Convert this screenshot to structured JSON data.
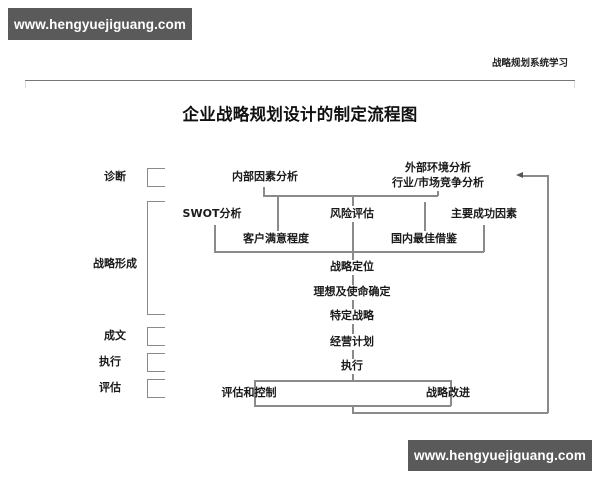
{
  "watermarks": {
    "top": "www.hengyuejiguang.com",
    "bottom": "www.hengyuejiguang.com"
  },
  "header": {
    "caption": "战略规划系统学习"
  },
  "diagram": {
    "title": "企业战略规划设计的制定流程图",
    "stages": [
      {
        "label": "诊断"
      },
      {
        "label": "战略形成"
      },
      {
        "label": "成文"
      },
      {
        "label": "执行"
      },
      {
        "label": "评估"
      }
    ],
    "diagnosis": {
      "internal": "内部因素分析",
      "external_line1": "外部环境分析",
      "external_line2": "行业/市场竞争分析"
    },
    "analysis_factors": {
      "swot": "SWOT分析",
      "customer": "客户满意程度",
      "risk": "风险评估",
      "benchmark": "国内最佳借鉴",
      "key_success": "主要成功因素"
    },
    "main_flow": [
      {
        "label": "战略定位"
      },
      {
        "label": "理想及使命确定"
      },
      {
        "label": "特定战略"
      },
      {
        "label": "经营计划"
      },
      {
        "label": "执行"
      }
    ],
    "evaluation": {
      "control": "评估和控制",
      "improve": "战略改进"
    },
    "colors": {
      "line": "#8a8a8a",
      "text": "#1a1a1a",
      "badge_bg": "#5a5a5a",
      "badge_text": "#ffffff"
    }
  }
}
